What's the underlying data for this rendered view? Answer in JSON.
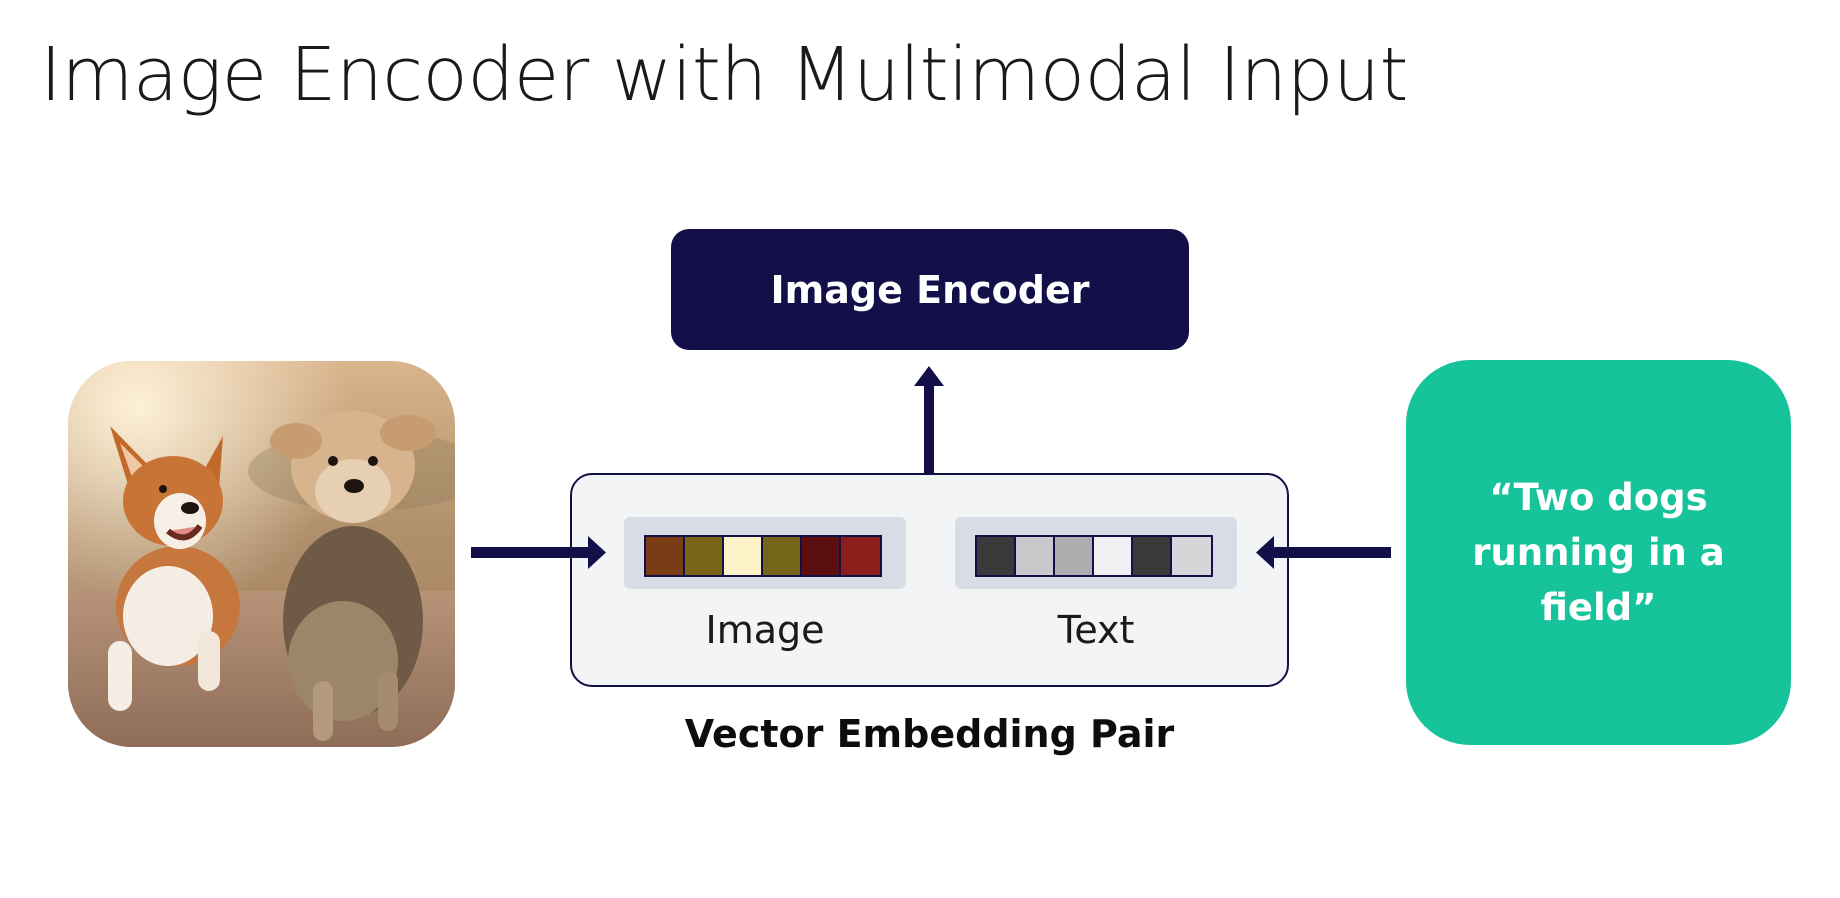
{
  "title": "Image Encoder with Multimodal Input",
  "encoder": {
    "label": "Image Encoder"
  },
  "image_input": {
    "icon": "dogs-photo"
  },
  "embedding_pair": {
    "caption": "Vector Embedding Pair",
    "image_vector": {
      "label": "Image",
      "cells": [
        "#7a3c15",
        "#7a6418",
        "#fcf2c8",
        "#756519",
        "#5c0f0f",
        "#8b1e1a"
      ]
    },
    "text_vector": {
      "label": "Text",
      "cells": [
        "#3a3a3a",
        "#c9c9cc",
        "#adadb0",
        "#f1f1f3",
        "#3a3a3a",
        "#d6d6d8"
      ]
    }
  },
  "text_input": {
    "text": "“Two dogs\nrunning in a\nfield”"
  },
  "colors": {
    "navy": "#131049",
    "teal": "#17c39a",
    "panel": "#f3f4f6",
    "track": "#d8dde5"
  }
}
